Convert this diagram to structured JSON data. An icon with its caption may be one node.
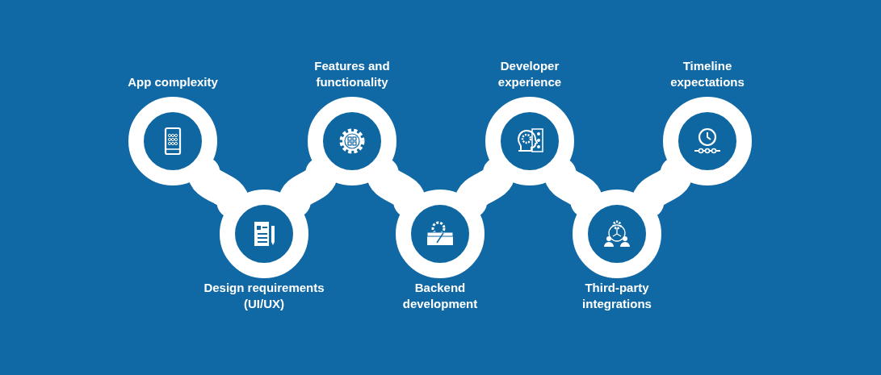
{
  "diagram": {
    "nodes": [
      {
        "text": [
          "App complexity"
        ]
      },
      {
        "text": [
          "Design requirements (UI/UX)"
        ]
      },
      {
        "text": [
          "Features and functionality"
        ]
      },
      {
        "text": [
          "Backend development"
        ]
      },
      {
        "text": [
          "Developer experience"
        ]
      },
      {
        "text": [
          "Third-party integrations"
        ]
      },
      {
        "text": [
          "Timeline expectations"
        ]
      }
    ],
    "edges": [
      {
        "from": 0,
        "to": 1,
        "arrow": "none"
      },
      {
        "from": 1,
        "to": 2,
        "arrow": "none"
      },
      {
        "from": 2,
        "to": 3,
        "arrow": "none"
      },
      {
        "from": 3,
        "to": 4,
        "arrow": "none"
      },
      {
        "from": 4,
        "to": 5,
        "arrow": "none"
      },
      {
        "from": 5,
        "to": 6,
        "arrow": "none"
      }
    ]
  }
}
